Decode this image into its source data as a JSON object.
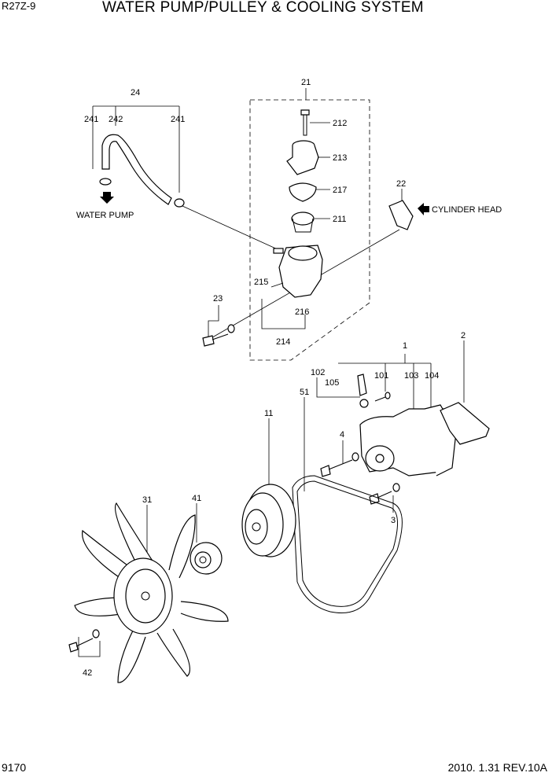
{
  "header": {
    "model": "R27Z-9",
    "title": "WATER PUMP/PULLEY & COOLING SYSTEM"
  },
  "footer": {
    "page": "9170",
    "revision": "2010. 1.31  REV.10A"
  },
  "callouts": {
    "c24": "24",
    "c241a": "241",
    "c242": "242",
    "c241b": "241",
    "c21": "21",
    "c212": "212",
    "c213": "213",
    "c217": "217",
    "c211": "211",
    "c22": "22",
    "c215": "215",
    "c216": "216",
    "c214": "214",
    "c23": "23",
    "c1": "1",
    "c2": "2",
    "c102": "102",
    "c105": "105",
    "c101": "101",
    "c103": "103",
    "c104": "104",
    "c51": "51",
    "c11": "11",
    "c4": "4",
    "c3": "3",
    "c31": "31",
    "c41": "41",
    "c42": "42"
  },
  "annotations": {
    "water_pump": "WATER PUMP",
    "cylinder_head": "CYLINDER HEAD"
  }
}
